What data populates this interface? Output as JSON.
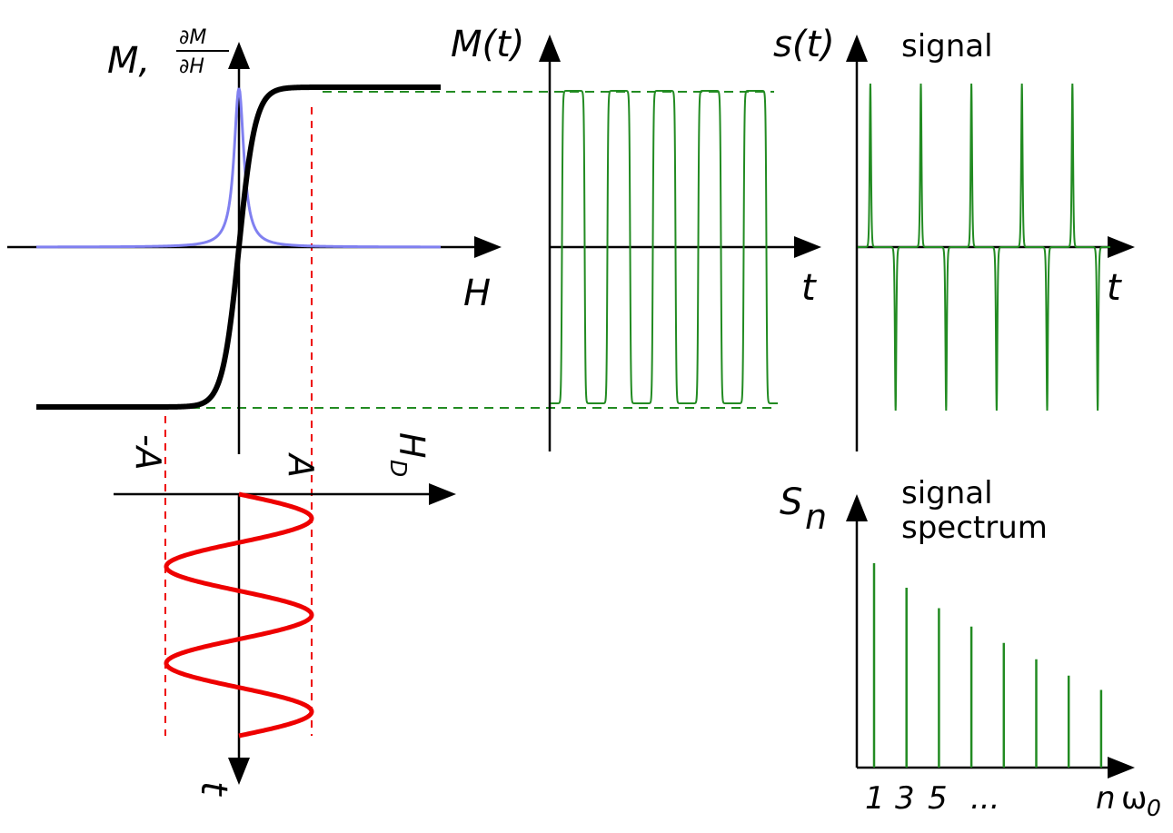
{
  "colors": {
    "axes": "#000000",
    "magnetization_curve": "#000000",
    "derivative_curve": "#8080f0",
    "drive_field": "#ee0000",
    "drive_guides": "#ee0000",
    "response": "#228b22",
    "guides": "#228b22"
  },
  "labels": {
    "m_axis": "M,",
    "derivative_num": "∂M",
    "derivative_den": "∂H",
    "h_axis": "H",
    "mt_axis": "M(t)",
    "mt_t": "t",
    "st_axis": "s(t)",
    "st_title": "signal",
    "st_t": "t",
    "hd_axis": "H",
    "hd_sub": "D",
    "minus_a": "-A",
    "plus_a": "A",
    "drive_t": "t",
    "sn_main": "S",
    "sn_sub": "n",
    "spectrum_title_1": "signal",
    "spectrum_title_2": "spectrum",
    "spectrum_x_n": "n",
    "spectrum_x_omega": "ω",
    "spectrum_x_sub": "0",
    "spectrum_tick_1": "1",
    "spectrum_tick_3": "3",
    "spectrum_tick_5": "5",
    "spectrum_tick_dots": "..."
  },
  "drive": {
    "periods_shown": 2.5,
    "amplitude_label": "A"
  },
  "spectrum": {
    "harmonics": [
      1,
      3,
      5,
      7,
      9,
      11,
      13,
      15
    ],
    "relative_magnitudes": [
      1.0,
      0.88,
      0.78,
      0.69,
      0.61,
      0.53,
      0.45,
      0.38
    ]
  }
}
